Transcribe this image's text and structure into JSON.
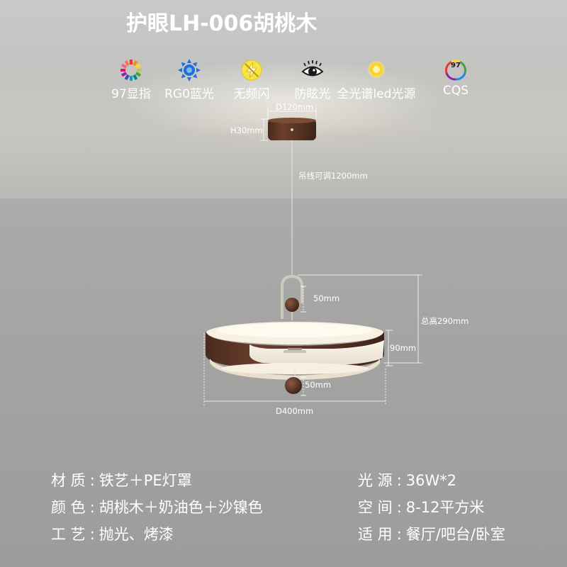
{
  "title": "护眼LH-006胡桃木",
  "features": [
    {
      "label": "97显指",
      "icon": "color-wheel-icon"
    },
    {
      "label": "RG0蓝光",
      "icon": "blue-light-sun-icon"
    },
    {
      "label": "无频闪",
      "icon": "no-flicker-icon"
    },
    {
      "label": "防眩光",
      "icon": "eye-icon"
    },
    {
      "label": "全光谱led光源",
      "icon": "full-spectrum-light-icon"
    },
    {
      "label": "CQS",
      "icon": "cqs-icon",
      "icon_text": "97"
    }
  ],
  "dimensions": {
    "canopy_diameter": "D120mm",
    "canopy_height": "H30mm",
    "cable": "吊线可调1200mm",
    "hook_height": "50mm",
    "total_height": "总高290mm",
    "ring_height": "90mm",
    "ball_height": "50mm",
    "diameter": "D400mm"
  },
  "specs": {
    "left": [
      {
        "key": "材 质",
        "value": "铁艺＋PE灯罩"
      },
      {
        "key": "颜 色",
        "value": "胡桃木＋奶油色＋沙镍色"
      },
      {
        "key": "工 艺",
        "value": "抛光、烤漆"
      }
    ],
    "right": [
      {
        "key": "光 源",
        "value": "36W*2"
      },
      {
        "key": "空 间",
        "value": "8-12平方米"
      },
      {
        "key": "适 用",
        "value": "餐厅/吧台/卧室"
      }
    ],
    "separator": ":"
  },
  "colors": {
    "walnut": "#5a3426",
    "cream": "#f3ecdf",
    "nickel": "#b9b3aa",
    "text": "#ffffff"
  }
}
